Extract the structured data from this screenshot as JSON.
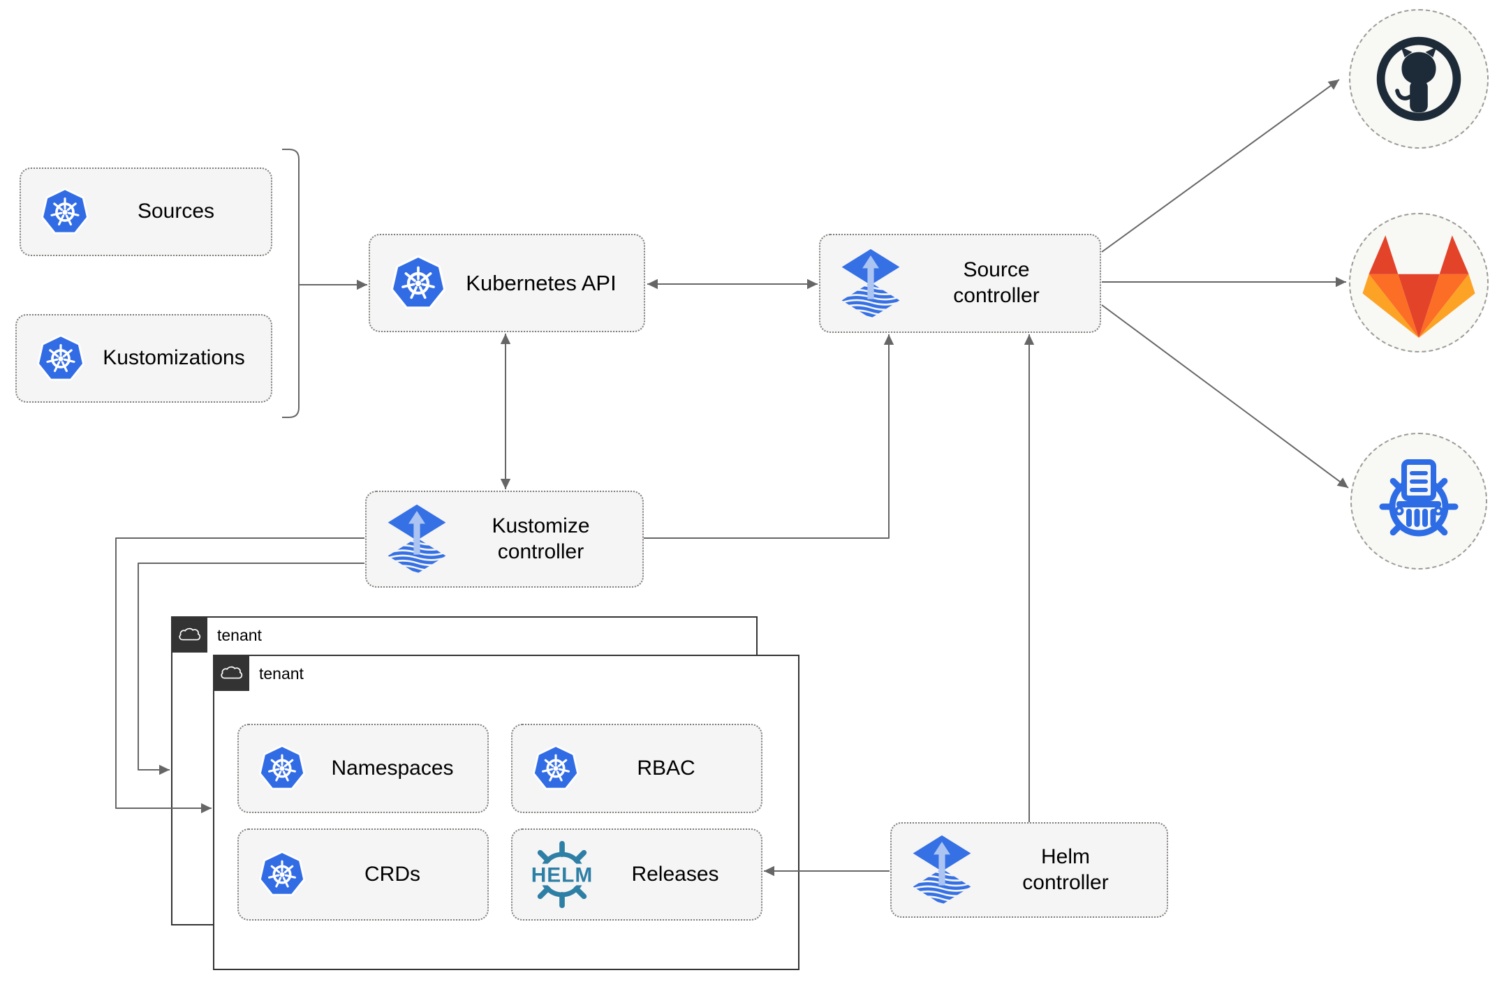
{
  "diagram": {
    "nodes": {
      "sources": {
        "label": "Sources",
        "icon": "kubernetes-icon"
      },
      "kustomizations": {
        "label": "Kustomizations",
        "icon": "kubernetes-icon"
      },
      "kubernetes_api": {
        "label": "Kubernetes API",
        "icon": "kubernetes-icon"
      },
      "source_controller": {
        "line1": "Source",
        "line2": "controller",
        "icon": "flux-icon"
      },
      "kustomize_controller": {
        "line1": "Kustomize",
        "line2": "controller",
        "icon": "flux-icon"
      },
      "helm_controller": {
        "line1": "Helm",
        "line2": "controller",
        "icon": "flux-icon"
      },
      "tenant_back": {
        "label": "tenant",
        "icon": "cloud-icon"
      },
      "tenant_front": {
        "label": "tenant",
        "icon": "cloud-icon"
      },
      "namespaces": {
        "label": "Namespaces",
        "icon": "kubernetes-icon"
      },
      "rbac": {
        "label": "RBAC",
        "icon": "kubernetes-icon"
      },
      "crds": {
        "label": "CRDs",
        "icon": "kubernetes-icon"
      },
      "releases": {
        "label": "Releases",
        "icon": "helm-logo-icon",
        "logo_text": "HELM"
      }
    },
    "endpoints": {
      "github": {
        "icon": "github-icon"
      },
      "gitlab": {
        "icon": "gitlab-icon"
      },
      "helm_repository": {
        "icon": "chartmuseum-icon"
      }
    },
    "edges": [
      {
        "from": "sources+kustomizations",
        "to": "kubernetes_api",
        "style": "arrow"
      },
      {
        "from": "kubernetes_api",
        "to": "source_controller",
        "style": "double-arrow"
      },
      {
        "from": "kubernetes_api",
        "to": "kustomize_controller",
        "style": "double-arrow"
      },
      {
        "from": "kustomize_controller",
        "to": "source_controller",
        "style": "arrow"
      },
      {
        "from": "kustomize_controller",
        "to": "tenant_front",
        "style": "arrow"
      },
      {
        "from": "kustomize_controller",
        "to": "tenant_back",
        "style": "arrow"
      },
      {
        "from": "helm_controller",
        "to": "source_controller",
        "style": "arrow"
      },
      {
        "from": "helm_controller",
        "to": "releases",
        "style": "arrow"
      },
      {
        "from": "source_controller",
        "to": "github",
        "style": "arrow"
      },
      {
        "from": "source_controller",
        "to": "gitlab",
        "style": "arrow"
      },
      {
        "from": "source_controller",
        "to": "helm_repository",
        "style": "arrow"
      }
    ],
    "colors": {
      "kubernetes_blue": "#326ce5",
      "flux_blue": "#3570e4",
      "flux_light_blue": "#abc4f2",
      "helm_teal": "#2e7fa5",
      "github_dark": "#1d2b38",
      "gitlab_red": "#e24329",
      "gitlab_orange": "#fc6d26",
      "gitlab_amber": "#fca326",
      "chartmuseum_blue": "#2d6ce5",
      "connector_gray": "#666666",
      "node_fill": "#f5f5f5",
      "tenant_header_dark": "#333333"
    }
  }
}
